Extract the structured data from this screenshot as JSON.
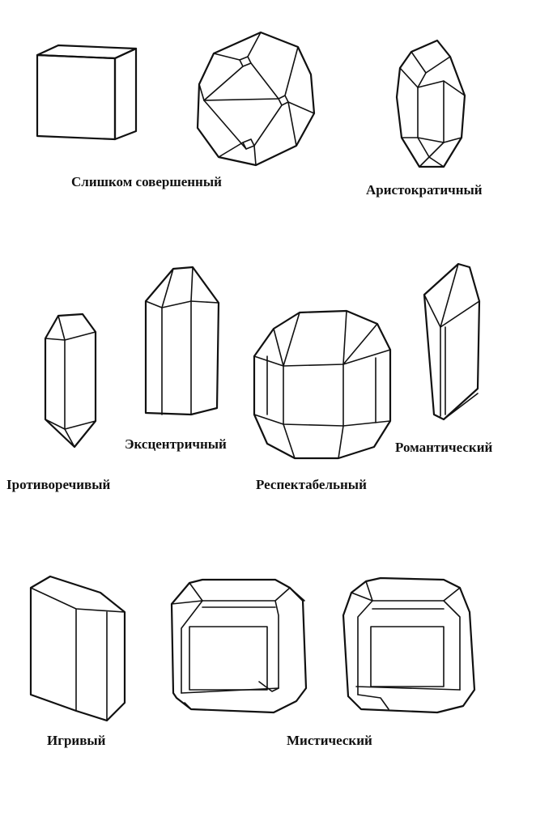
{
  "labels": {
    "too_perfect": "Слишком совершенный",
    "aristocratic": "Аристократичный",
    "eccentric": "Эксцентричный",
    "romantic": "Романтический",
    "contradictory": "Іротиворечивый",
    "respectable": "Респектабельный",
    "playful": "Игривый",
    "mystical": "Мистический"
  }
}
